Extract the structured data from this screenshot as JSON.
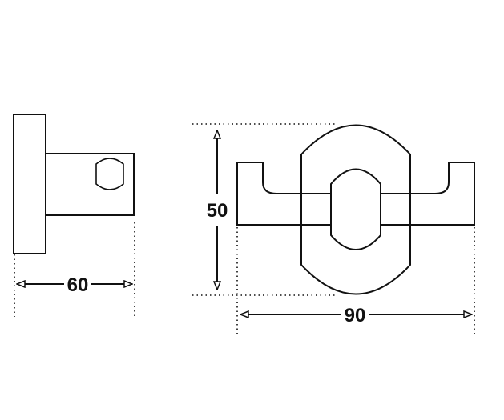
{
  "drawing": {
    "side_view": {
      "dimension_label": "60"
    },
    "front_view": {
      "height_label": "50",
      "width_label": "90"
    },
    "colors": {
      "line": "#111111",
      "background": "#ffffff"
    }
  }
}
